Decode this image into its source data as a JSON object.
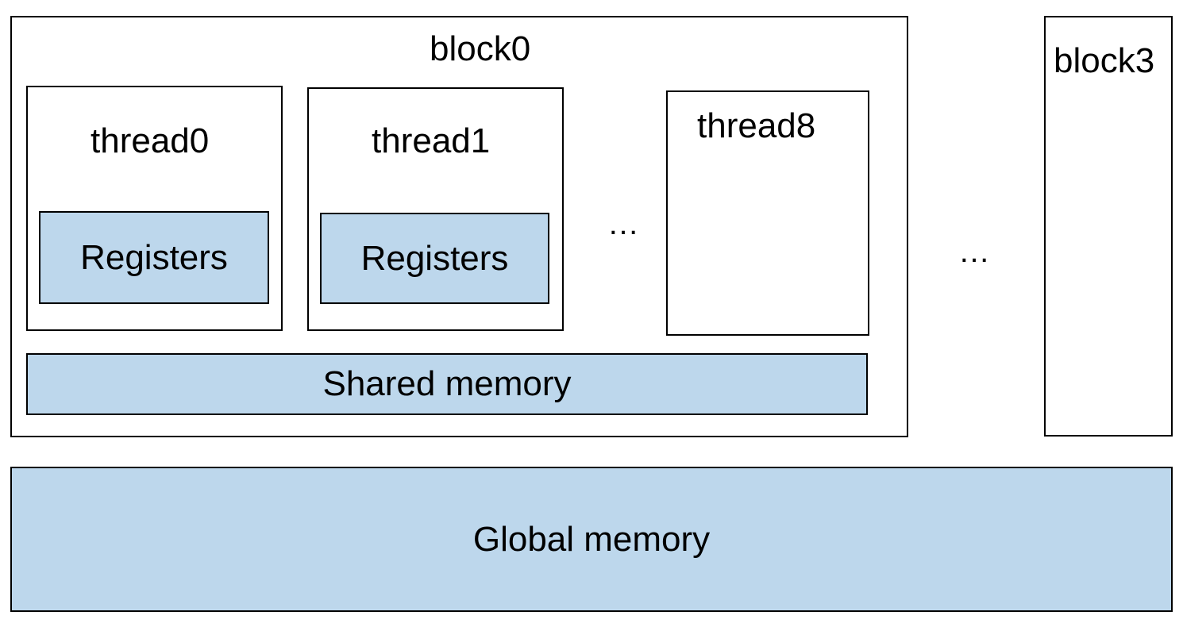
{
  "colors": {
    "memory_fill": "#bdd7ec",
    "stroke": "#000000",
    "box_fill": "#ffffff"
  },
  "blocks": [
    {
      "label": "block0",
      "threads": [
        {
          "label": "thread0",
          "registers_label": "Registers"
        },
        {
          "label": "thread1",
          "registers_label": "Registers"
        },
        {
          "label": "thread8"
        }
      ],
      "thread_ellipsis": "…",
      "shared_memory_label": "Shared memory"
    },
    {
      "label": "block3"
    }
  ],
  "block_ellipsis": "…",
  "global_memory_label": "Global memory"
}
